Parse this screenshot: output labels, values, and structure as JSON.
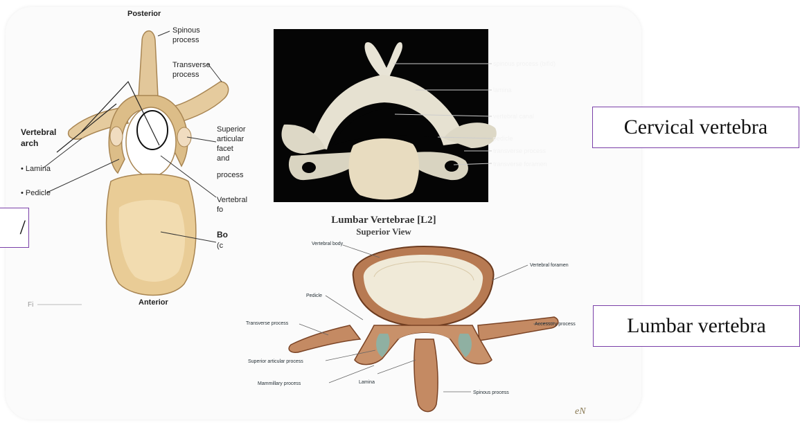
{
  "left_panel": {
    "header_small": "",
    "top": "Posterior",
    "bottom": "Anterior",
    "labels": {
      "spinous": "Spinous",
      "spinous2": "process",
      "transverse": "Transverse",
      "transverse2": "process",
      "vertebral": "Vertebral",
      "arch": "arch",
      "lamina": "• Lamina",
      "pedicle": "• Pedicle",
      "superior": "Superior",
      "articular": "articular",
      "facet": "facet",
      "and": "and",
      "process": "process",
      "vertebral_fo": "Vertebral",
      "fo": "fo",
      "body_b": "Bo",
      "body_c": "(c",
      "fig_ref": "Fi"
    }
  },
  "cervical_photo": {
    "labels": [
      "spinous process (bifid)",
      "lamina",
      "vertebral canal",
      "pedicle",
      "transverse process",
      "transverse foramen"
    ]
  },
  "lumbar": {
    "title": "Lumbar Vertebrae [L2]",
    "subtitle": "Superior View",
    "labels": {
      "vertebral_body": "Vertebral body",
      "vertebral_foramen": "Vertebral foramen",
      "pedicle": "Pedicle",
      "transverse": "Transverse process",
      "accessory": "Accessory process",
      "superior_articular": "Superior articular process",
      "mammillary": "Mammillary process",
      "lamina": "Lamina",
      "spinous": "Spinous process"
    }
  },
  "captions": {
    "cervical": "Cervical vertebra",
    "lumbar": "Lumbar vertebra",
    "left_partial": "/"
  },
  "signature": "eN"
}
